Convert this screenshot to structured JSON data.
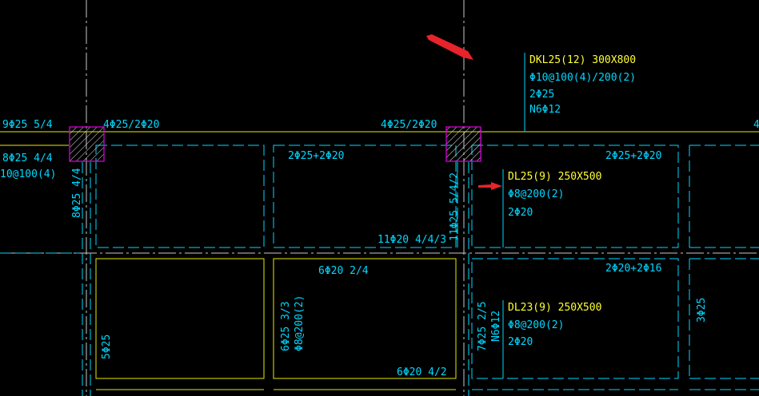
{
  "colors": {
    "background": "#000000",
    "beam_label": "#ffff33",
    "rebar_text": "#00d8ff",
    "column": "#d400d4",
    "arrow": "#e8232a"
  },
  "labels": {
    "top_left_rebar": "9Φ25 5/4",
    "left_column_top": "4Φ25/2Φ20",
    "mid_column_top": "4Φ25/2Φ20",
    "right_edge_top": "4",
    "dkl_name": "DKL25(12) 300X800",
    "dkl_stirrup": "Φ10@100(4)/200(2)",
    "dkl_top": "2Φ25",
    "dkl_side": "N6Φ12",
    "left_bottom_rebar": "8Φ25 4/4",
    "left_stirrup": "10@100(4)",
    "vert_left": "8Φ25 4/4",
    "panel_a_top": "2Φ25+2Φ20",
    "panel_a_bottom": "11Φ20 4/4/3",
    "vert_mid": "11Φ25 5/4/2",
    "panel_b_top": "2Φ25+2Φ20",
    "dl25_name": "DL25(9) 250X500",
    "dl25_stirrup": "Φ8@200(2)",
    "dl25_bottom": "2Φ20",
    "panel_c_top": "6Φ20 2/4",
    "panel_c_left1": "6Φ25 3/3",
    "panel_c_left2": "Φ8@200(2)",
    "panel_c_bottom": "6Φ20 4/2",
    "panel_left_vert": "5Φ25",
    "panel_d_top": "2Φ20+2Φ16",
    "vert_d1": "7Φ25 2/5",
    "vert_d2": "N6Φ12",
    "dl23_name": "DL23(9) 250X500",
    "dl23_stirrup": "Φ8@200(2)",
    "dl23_bottom": "2Φ20",
    "right_vert": "3Φ25"
  }
}
